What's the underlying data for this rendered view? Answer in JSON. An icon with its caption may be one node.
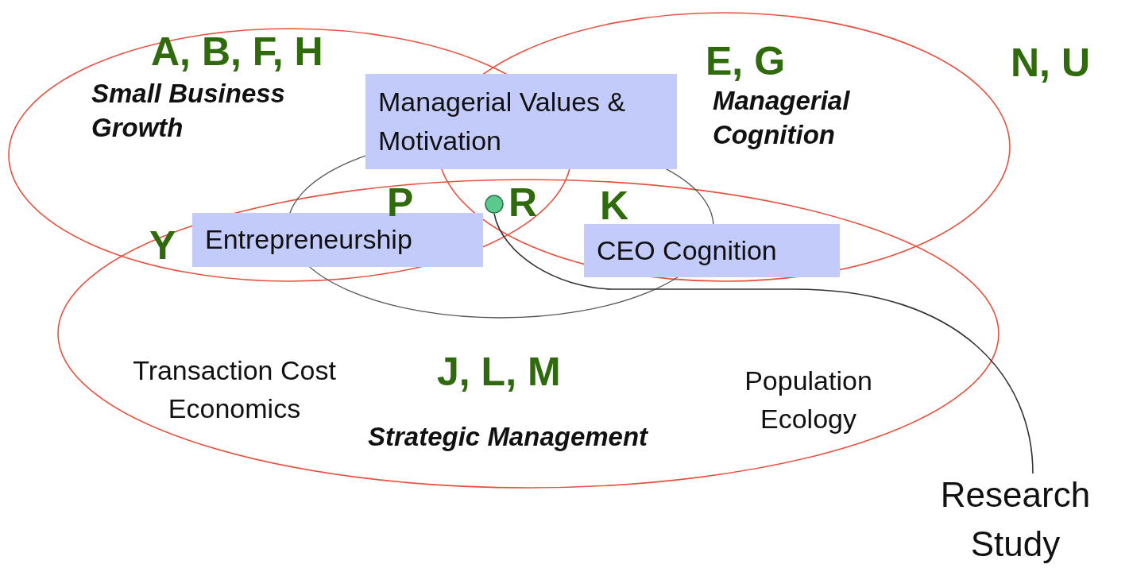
{
  "diagram": {
    "nodes": [
      {
        "text": [
          "A, B, F, H",
          "Small Business Growth"
        ]
      },
      {
        "text": [
          "E, G",
          "Managerial Cognition"
        ]
      },
      {
        "text": [
          "J, L, M",
          "Strategic Management"
        ]
      },
      {
        "text": [],
        "shape": "ellipse"
      },
      {
        "text": [
          "Managerial Values & Motivation"
        ]
      },
      {
        "text": [
          "Entrepreneurship"
        ]
      },
      {
        "text": [
          "CEO Cognition"
        ]
      },
      {
        "text": [],
        "shape": "circle"
      },
      {
        "text": [
          "Research Study"
        ]
      }
    ],
    "edges": [
      {
        "from": 8,
        "to": 7,
        "arrow": "none"
      }
    ],
    "labels": [
      "N, U",
      "P",
      "R",
      "K",
      "Y",
      "Transaction Cost Economics",
      "Population Ecology"
    ]
  }
}
